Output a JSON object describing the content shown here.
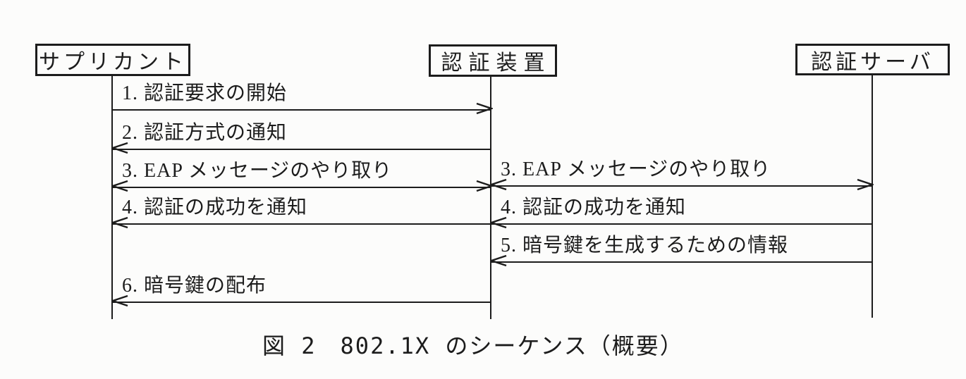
{
  "figure": {
    "caption": "図 2　802.1X のシーケンス（概要）"
  },
  "actors": [
    {
      "id": "supplicant",
      "label": "サプリカント"
    },
    {
      "id": "authenticator",
      "label": "認証装置"
    },
    {
      "id": "auth-server",
      "label": "認証サーバ"
    }
  ],
  "messages": [
    {
      "num": "1",
      "label": "1. 認証要求の開始",
      "from": "supplicant",
      "to": "authenticator",
      "direction": "right"
    },
    {
      "num": "2",
      "label": "2. 認証方式の通知",
      "from": "authenticator",
      "to": "supplicant",
      "direction": "left"
    },
    {
      "num": "3",
      "label": "3. EAP メッセージのやり取り",
      "from": "supplicant",
      "to": "authenticator",
      "direction": "both"
    },
    {
      "num": "3",
      "label": "3. EAP メッセージのやり取り",
      "from": "authenticator",
      "to": "auth-server",
      "direction": "both"
    },
    {
      "num": "4",
      "label": "4. 認証の成功を通知",
      "from": "authenticator",
      "to": "supplicant",
      "direction": "left"
    },
    {
      "num": "4",
      "label": "4. 認証の成功を通知",
      "from": "auth-server",
      "to": "authenticator",
      "direction": "left"
    },
    {
      "num": "5",
      "label": "5. 暗号鍵を生成するための情報",
      "from": "auth-server",
      "to": "authenticator",
      "direction": "left"
    },
    {
      "num": "6",
      "label": "6. 暗号鍵の配布",
      "from": "authenticator",
      "to": "supplicant",
      "direction": "left"
    }
  ],
  "colors": {
    "ink": "#1c1c1c",
    "paper": "#fcfcfb"
  }
}
